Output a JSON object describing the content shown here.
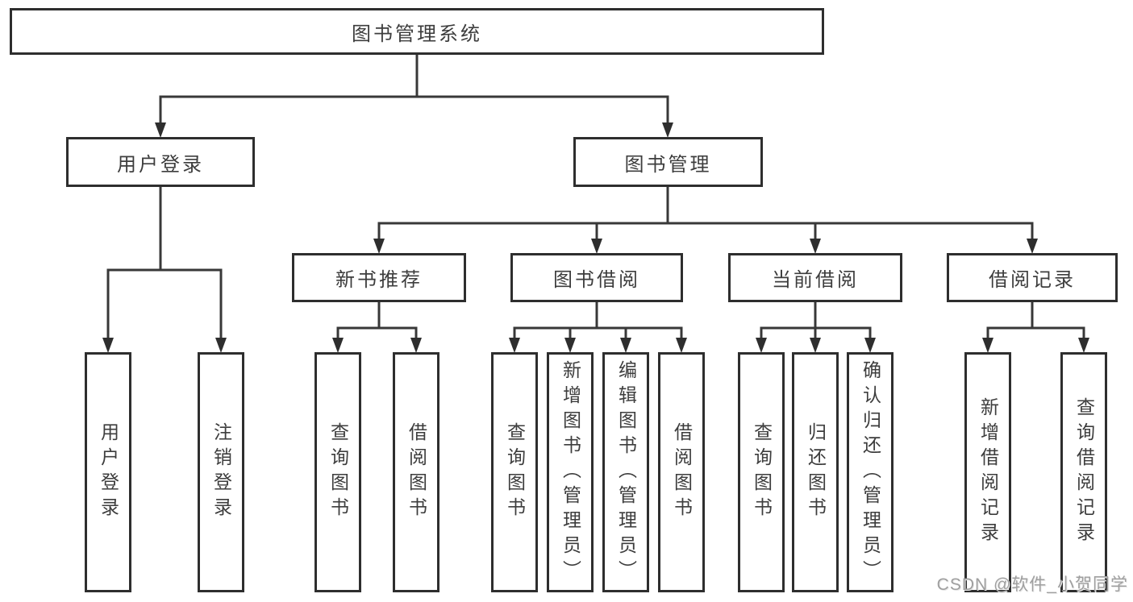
{
  "tree": {
    "label": "图书管理系统",
    "children": [
      {
        "label": "用户登录",
        "children": [
          {
            "label": "用户登录"
          },
          {
            "label": "注销登录"
          }
        ]
      },
      {
        "label": "图书管理",
        "children": [
          {
            "label": "新书推荐",
            "children": [
              {
                "label": "查询图书"
              },
              {
                "label": "借阅图书"
              }
            ]
          },
          {
            "label": "图书借阅",
            "children": [
              {
                "label": "查询图书"
              },
              {
                "label": "新增图书（管理员）"
              },
              {
                "label": "编辑图书（管理员）"
              },
              {
                "label": "借阅图书"
              }
            ]
          },
          {
            "label": "当前借阅",
            "children": [
              {
                "label": "查询图书"
              },
              {
                "label": "归还图书"
              },
              {
                "label": "确认归还（管理员）"
              }
            ]
          },
          {
            "label": "借阅记录",
            "children": [
              {
                "label": "新增借阅记录"
              },
              {
                "label": "查询借阅记录"
              }
            ]
          }
        ]
      }
    ]
  },
  "watermark": {
    "text": "CSDN @软件_小贺同学"
  },
  "colors": {
    "line": "#383838",
    "box_border": "#2e2e2e",
    "text": "#3d3d3d",
    "watermark": "#9f9f9f",
    "background": "#ffffff"
  }
}
